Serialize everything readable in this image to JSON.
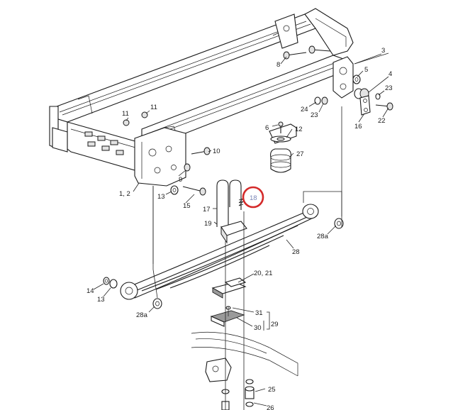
{
  "diagram": {
    "labels": [
      {
        "id": "l3",
        "text": "3"
      },
      {
        "id": "l5",
        "text": "5"
      },
      {
        "id": "l4",
        "text": "4"
      },
      {
        "id": "l8",
        "text": "8"
      },
      {
        "id": "l23a",
        "text": "23"
      },
      {
        "id": "l22",
        "text": "22"
      },
      {
        "id": "l16b",
        "text": "16"
      },
      {
        "id": "l24",
        "text": "24"
      },
      {
        "id": "l23b",
        "text": "23"
      },
      {
        "id": "l11a",
        "text": "11"
      },
      {
        "id": "l11b",
        "text": "11"
      },
      {
        "id": "l6",
        "text": "6"
      },
      {
        "id": "l12",
        "text": "12"
      },
      {
        "id": "l27",
        "text": "27"
      },
      {
        "id": "l10",
        "text": "10"
      },
      {
        "id": "l9",
        "text": "9"
      },
      {
        "id": "l12b",
        "text": "1, 2"
      },
      {
        "id": "l13a",
        "text": "13"
      },
      {
        "id": "l15",
        "text": "15"
      },
      {
        "id": "l18",
        "text": "18"
      },
      {
        "id": "l17",
        "text": "17"
      },
      {
        "id": "l19",
        "text": "19"
      },
      {
        "id": "l28a1",
        "text": "28a"
      },
      {
        "id": "l28",
        "text": "28"
      },
      {
        "id": "l2021",
        "text": "20, 21"
      },
      {
        "id": "l14",
        "text": "14"
      },
      {
        "id": "l13b",
        "text": "13"
      },
      {
        "id": "l28a2",
        "text": "28a"
      },
      {
        "id": "l31",
        "text": "31"
      },
      {
        "id": "l29",
        "text": "29"
      },
      {
        "id": "l30",
        "text": "30"
      },
      {
        "id": "l25",
        "text": "25"
      },
      {
        "id": "l26",
        "text": "26"
      }
    ],
    "highlight": {
      "text": "18",
      "color": "#d42a2a"
    }
  }
}
